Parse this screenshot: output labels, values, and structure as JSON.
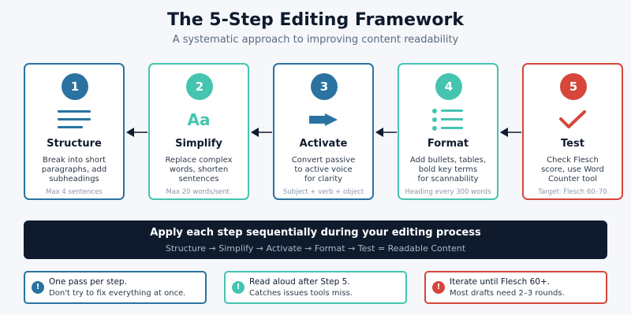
{
  "header": {
    "title": "The 5-Step Editing Framework",
    "subtitle": "A systematic approach to improving content readability"
  },
  "colors": {
    "blue": "#2a73a0",
    "teal": "#45c4b0",
    "red": "#d6463a",
    "navy": "#0f1b2d"
  },
  "steps": [
    {
      "number": "1",
      "title": "Structure",
      "desc": "Break into short\nparagraphs, add\nsubheadings",
      "note": "Max 4 sentences",
      "icon": "lines-icon"
    },
    {
      "number": "2",
      "title": "Simplify",
      "desc": "Replace complex\nwords, shorten\nsentences",
      "note": "Max 20 words/sent.",
      "icon": "aa-icon",
      "icon_text": "Aa"
    },
    {
      "number": "3",
      "title": "Activate",
      "desc": "Convert passive\nto active voice\nfor clarity",
      "note": "Subject + verb + object",
      "icon": "arrow-icon"
    },
    {
      "number": "4",
      "title": "Format",
      "desc": "Add bullets, tables,\nbold key terms\nfor scannability",
      "note": "Heading every 300 words",
      "icon": "bullet-list-icon"
    },
    {
      "number": "5",
      "title": "Test",
      "desc": "Check Flesch\nscore, use Word\nCounter tool",
      "note": "Target: Flesch 60–70",
      "icon": "checkmark-icon"
    }
  ],
  "banner": {
    "title": "Apply each step sequentially during your editing process",
    "subtitle": "Structure → Simplify → Activate → Format → Test = Readable Content"
  },
  "tips": [
    {
      "icon": "!",
      "title": "One pass per step.",
      "sub": "Don't try to fix everything at once."
    },
    {
      "icon": "!",
      "title": "Read aloud after Step 5.",
      "sub": "Catches issues tools miss."
    },
    {
      "icon": "!",
      "title": "Iterate until Flesch 60+.",
      "sub": "Most drafts need 2–3 rounds."
    }
  ]
}
